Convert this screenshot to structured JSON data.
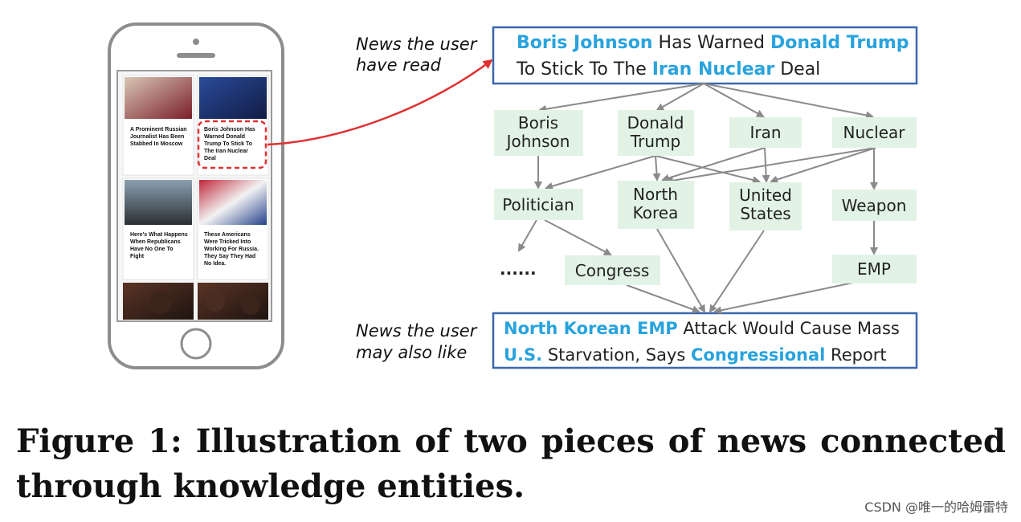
{
  "phone": {
    "cards": [
      {
        "text_lines": [
          "A Prominent Russian",
          "Journalist Has Been",
          "Stabbed In Moscow"
        ]
      },
      {
        "text_lines": [
          "Boris Johnson Has",
          "Warned Donald",
          "Trump To Stick To",
          "The Iran Nuclear",
          "Deal"
        ]
      },
      {
        "text_lines": [
          "Here's What Happens",
          "When Republicans",
          "Have No One To",
          "Fight"
        ]
      },
      {
        "text_lines": [
          "These Americans",
          "Were Tricked Into",
          "Working For Russia.",
          "They Say They Had",
          "No Idea."
        ]
      }
    ]
  },
  "labels": {
    "read_line1": "News the user",
    "read_line2": "have read",
    "like_line1": "News the user",
    "like_line2": "may also like"
  },
  "top_news": {
    "line1": [
      {
        "t": "Boris Johnson",
        "e": true
      },
      {
        "t": " Has Warned ",
        "e": false
      },
      {
        "t": "Donald Trump",
        "e": true
      }
    ],
    "line2": [
      {
        "t": "To Stick To The ",
        "e": false
      },
      {
        "t": "Iran Nuclear",
        "e": true
      },
      {
        "t": " Deal",
        "e": false
      }
    ]
  },
  "bottom_news": {
    "line1": [
      {
        "t": "North Korean EMP",
        "e": true
      },
      {
        "t": " Attack Would Cause Mass",
        "e": false
      }
    ],
    "line2": [
      {
        "t": "U.S.",
        "e": true
      },
      {
        "t": " Starvation, Says ",
        "e": false
      },
      {
        "t": "Congressional",
        "e": true
      },
      {
        "t": " Report",
        "e": false
      }
    ]
  },
  "entities": {
    "boris": [
      "Boris",
      "Johnson"
    ],
    "donald": [
      "Donald",
      "Trump"
    ],
    "iran": [
      "Iran"
    ],
    "nuclear": [
      "Nuclear"
    ],
    "politician": [
      "Politician"
    ],
    "north_korea": [
      "North",
      "Korea"
    ],
    "united_states": [
      "United",
      "States"
    ],
    "weapon": [
      "Weapon"
    ],
    "congress": [
      "Congress"
    ],
    "emp": [
      "EMP"
    ],
    "ellipsis": "......"
  },
  "colors": {
    "entity_text": "#29a3dd",
    "node_fill": "#e2f3e6",
    "box_border": "#3a67b0",
    "arrow_gray": "#8a8a8a",
    "arrow_red": "#e03030"
  },
  "caption": "Figure 1: Illustration of two pieces of news connected through knowledge entities.",
  "watermark": "CSDN @唯一的哈姆雷特"
}
